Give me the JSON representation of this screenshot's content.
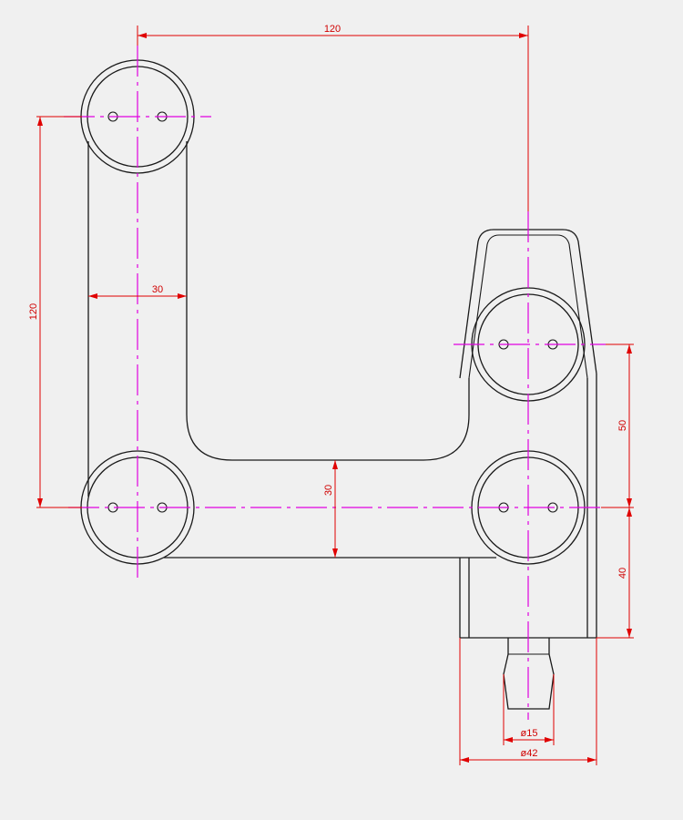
{
  "colors": {
    "background": "#f0f0f0",
    "outline": "#1a1a1a",
    "centerline": "#e000e0",
    "dimension": "#e00000"
  },
  "dimensions": {
    "top_width": "120",
    "left_height": "120",
    "left_arm_width": "30",
    "bottom_arm_height": "30",
    "right_upper": "50",
    "right_lower": "40",
    "small_diameter": "ø15",
    "large_diameter": "ø42"
  }
}
